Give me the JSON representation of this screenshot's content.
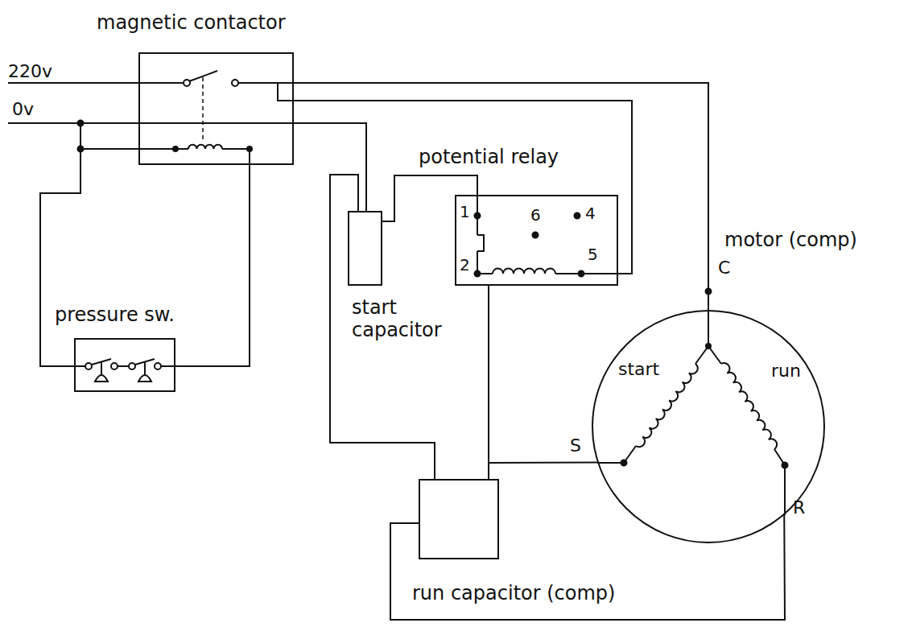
{
  "diagram": {
    "nodes": [
      {
        "text": [
          "magnetic contactor"
        ]
      },
      {
        "text": [
          "potential relay"
        ]
      },
      {
        "text": [
          "start capacitor"
        ]
      },
      {
        "text": [
          "pressure sw."
        ]
      },
      {
        "text": [
          "run capacitor (comp)"
        ]
      },
      {
        "text": [
          "motor (comp)"
        ]
      }
    ],
    "edges": [
      {
        "from": 0,
        "to": 5,
        "arrow": "none"
      },
      {
        "from": 0,
        "to": 1,
        "arrow": "none"
      },
      {
        "from": 0,
        "to": 2,
        "arrow": "none"
      },
      {
        "from": 0,
        "to": 3,
        "arrow": "none"
      },
      {
        "from": 2,
        "to": 1,
        "arrow": "none"
      },
      {
        "from": 2,
        "to": 4,
        "arrow": "none"
      },
      {
        "from": 1,
        "to": 4,
        "arrow": "none"
      },
      {
        "from": 1,
        "to": 5,
        "arrow": "none"
      },
      {
        "from": 4,
        "to": 5,
        "arrow": "none"
      }
    ],
    "labels": [
      "220v",
      "0v",
      "1",
      "6",
      "4",
      "2",
      "5",
      "C",
      "start",
      "run",
      "S",
      "R"
    ]
  }
}
